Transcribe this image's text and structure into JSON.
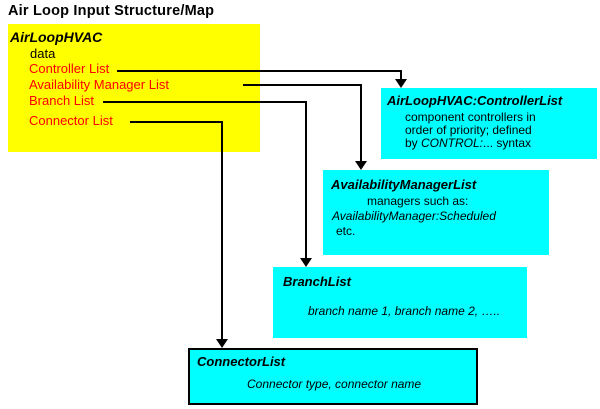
{
  "title": "Air Loop Input Structure/Map",
  "source_box": {
    "heading": "AirLoopHVAC",
    "data_label": "data",
    "links": [
      {
        "label": "Controller List",
        "target": "AirLoopHVAC:ControllerList"
      },
      {
        "label": "Availability Manager List",
        "target": "AvailabilityManagerList"
      },
      {
        "label": "Branch List",
        "target": "BranchList"
      },
      {
        "label": "Connector List",
        "target": "ConnectorList"
      }
    ]
  },
  "boxes": {
    "controller_list": {
      "heading": "AirLoopHVAC:ControllerList",
      "desc_line1": "component controllers in",
      "desc_line2": "order of priority; defined",
      "desc_line3_pre": "by ",
      "desc_line3_italic": "CONTROL:",
      "desc_line3_post": "... syntax"
    },
    "availability_manager_list": {
      "heading": "AvailabilityManagerList",
      "desc_line1": "managers such as:",
      "desc_line2": "AvailabilityManager:Scheduled",
      "desc_line3": "etc."
    },
    "branch_list": {
      "heading": "BranchList",
      "desc_line1": "branch name 1, branch name 2, ….."
    },
    "connector_list": {
      "heading": "ConnectorList",
      "desc_line1": "Connector type, connector name"
    }
  },
  "colors": {
    "background": "#ffffff",
    "text": "#000000",
    "source_fill": "#ffff00",
    "target_fill": "#00ffff",
    "link_text": "#ff0000",
    "line": "#000000"
  }
}
